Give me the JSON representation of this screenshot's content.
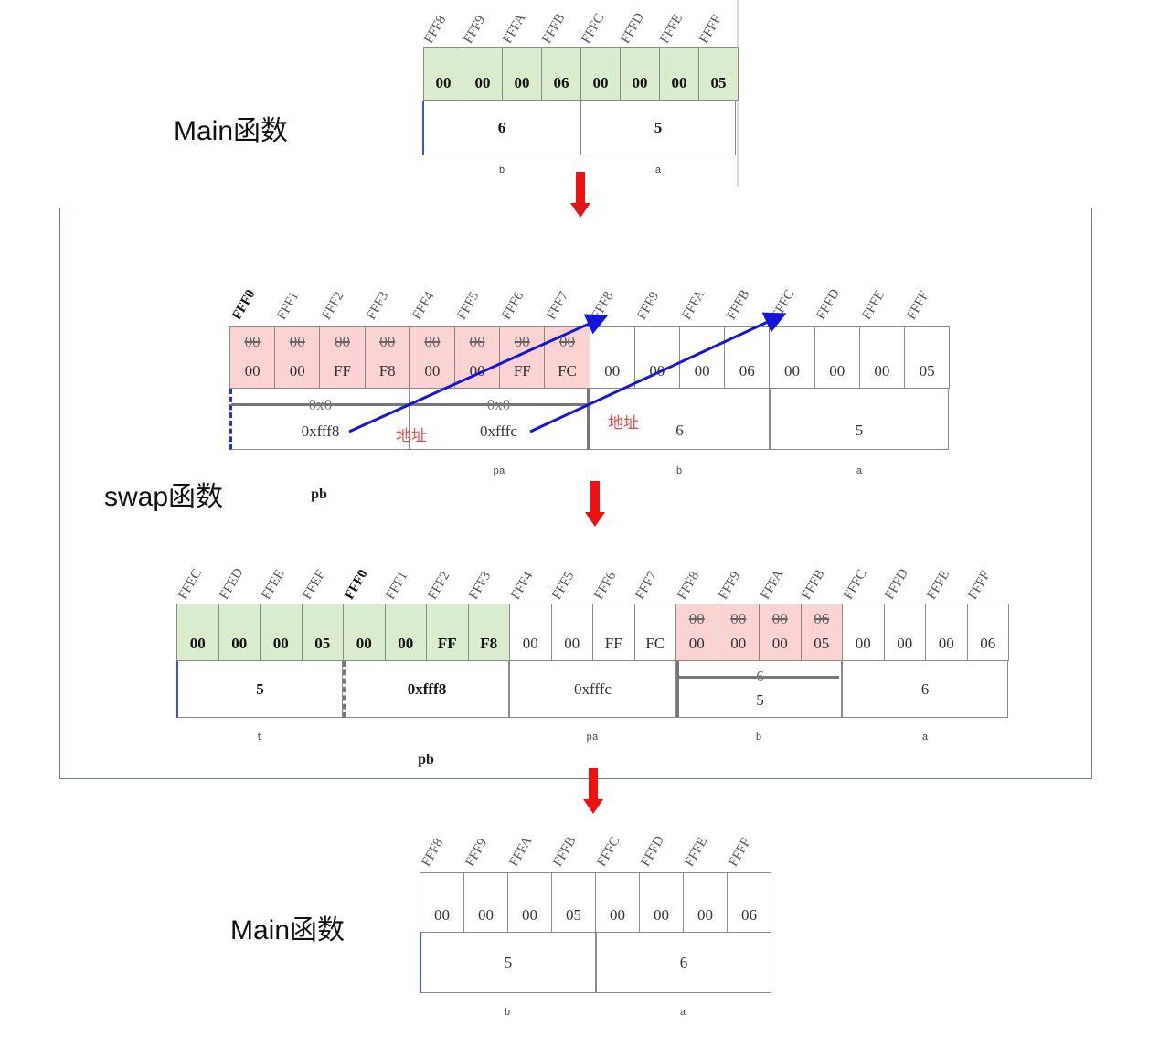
{
  "labels": {
    "main_top": "Main函数",
    "swap": "swap函数",
    "main_bottom": "Main函数",
    "addr_note_1": "地址",
    "addr_note_2": "地址"
  },
  "colors": {
    "green": "#d9eccd",
    "pink": "#fbd3d3",
    "arrow_red": "#ee1111",
    "pointer_blue": "#1414dd"
  },
  "stage1": {
    "addresses": [
      "FFF8",
      "FFF9",
      "FFFA",
      "FFFB",
      "FFFC",
      "FFFD",
      "FFFE",
      "FFFF"
    ],
    "bytes": [
      "00",
      "00",
      "00",
      "06",
      "00",
      "00",
      "00",
      "05"
    ],
    "vars": [
      {
        "value": "6",
        "name": "b"
      },
      {
        "value": "5",
        "name": "a"
      }
    ]
  },
  "stage2": {
    "addresses": [
      "FFF0",
      "FFF1",
      "FFF2",
      "FFF3",
      "FFF4",
      "FFF5",
      "FFF6",
      "FFF7",
      "FFF8",
      "FFF9",
      "FFFA",
      "FFFB",
      "FFFC",
      "FFFD",
      "FFFE",
      "FFFF"
    ],
    "old_bytes": [
      "00",
      "00",
      "00",
      "00",
      "00",
      "00",
      "00",
      "00"
    ],
    "bytes": [
      "00",
      "00",
      "FF",
      "F8",
      "00",
      "00",
      "FF",
      "FC",
      "00",
      "00",
      "00",
      "06",
      "00",
      "00",
      "00",
      "05"
    ],
    "vars": [
      {
        "old": "0x0",
        "value": "0xfff8",
        "name": "pb"
      },
      {
        "old": "0x0",
        "value": "0xfffc",
        "name": "pa"
      },
      {
        "value": "6",
        "name": "b"
      },
      {
        "value": "5",
        "name": "a"
      }
    ]
  },
  "stage3": {
    "addresses": [
      "FFEC",
      "FFED",
      "FFEE",
      "FFEF",
      "FFF0",
      "FFF1",
      "FFF2",
      "FFF3",
      "FFF4",
      "FFF5",
      "FFF6",
      "FFF7",
      "FFF8",
      "FFF9",
      "FFFA",
      "FFFB",
      "FFFC",
      "FFFD",
      "FFFE",
      "FFFF"
    ],
    "old_bytes": [
      "00",
      "00",
      "00",
      "06"
    ],
    "bytes": [
      "00",
      "00",
      "00",
      "05",
      "00",
      "00",
      "FF",
      "F8",
      "00",
      "00",
      "FF",
      "FC",
      "00",
      "00",
      "00",
      "05",
      "00",
      "00",
      "00",
      "06"
    ],
    "vars": [
      {
        "value": "5",
        "name": "t"
      },
      {
        "value": "0xfff8",
        "name": "pb"
      },
      {
        "value": "0xfffc",
        "name": "pa"
      },
      {
        "old": "6",
        "value": "5",
        "name": "b"
      },
      {
        "value": "6",
        "name": "a"
      }
    ]
  },
  "stage4": {
    "addresses": [
      "FFF8",
      "FFF9",
      "FFFA",
      "FFFB",
      "FFFC",
      "FFFD",
      "FFFE",
      "FFFF"
    ],
    "bytes": [
      "00",
      "00",
      "00",
      "05",
      "00",
      "00",
      "00",
      "06"
    ],
    "vars": [
      {
        "value": "5",
        "name": "b"
      },
      {
        "value": "6",
        "name": "a"
      }
    ]
  }
}
